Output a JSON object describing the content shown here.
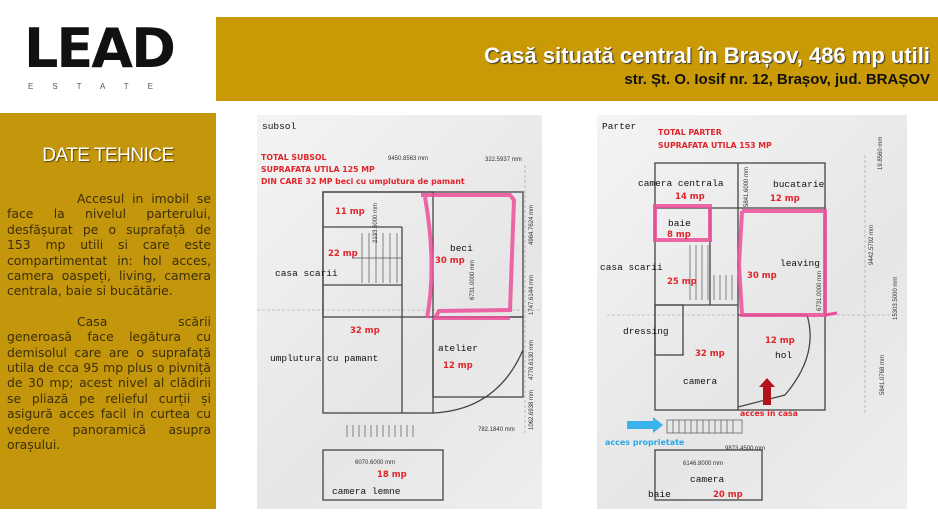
{
  "logo": {
    "word": "LEAD",
    "sub": "ESTATE"
  },
  "header": {
    "title": "Casă situată central în Brașov, 486 mp utili",
    "subtitle": "str. Șt. O. Iosif nr. 12, Brașov, jud. BRAȘOV",
    "color": "#c99a05"
  },
  "panel": {
    "heading": "DATE TEHNICE",
    "paragraph1": "Accesul in imobil se face la nivelul parterului, desfășurat pe o suprafață de 153 mp utili si care este compartimentat in: hol acces, camera oaspeți, living, camera centrala, baie si bucătărie.",
    "paragraph2": "Casa scării generoasă face legătura cu demisolul care are o suprafață utila de cca 95 mp plus o pivniță de 30 mp; acest nivel al clădirii se pliază pe relieful curții și asigură acces facil in curtea cu vedere panoramică asupra orașului."
  },
  "subsol": {
    "level": "subsol",
    "total": [
      "TOTAL SUBSOL",
      "SUPRAFATA UTILA 125 MP",
      "DIN CARE 32 MP beci cu umplutura de pamant"
    ],
    "rooms": {
      "r1_area": "11 mp",
      "stairs_area": "22 mp",
      "stairs": "casa scarii",
      "beci": "beci",
      "beci_area": "30 mp",
      "fill_area": "32 mp",
      "fill": "umplutura cu pamant",
      "atelier": "atelier",
      "atelier_area": "12 mp",
      "wood": "camera lemne",
      "wood_area": "18 mp"
    },
    "dims": [
      "9450.8563 mm",
      "322.5937 mm",
      "782.1840 mm",
      "6070.6000 mm",
      "2133.6000 mm",
      "6731.0000 mm",
      "4964.7624 mm",
      "1747.6144 mm",
      "4778.6130 mm",
      "1062.6938 mm"
    ]
  },
  "parter": {
    "level": "Parter",
    "total": [
      "TOTAL PARTER",
      "SUPRAFATA UTILA 153 MP"
    ],
    "rooms": {
      "centrala": "camera centrala",
      "centrala_area": "14 mp",
      "bucatarie": "bucatarie",
      "bucatarie_area": "12 mp",
      "baie": "baie",
      "baie_area": "8 mp",
      "living": "leaving",
      "living_area": "30 mp",
      "stairs": "casa scarii",
      "stairs_area": "25 mp",
      "dressing": "dressing",
      "camera_area": "32 mp",
      "camera": "camera",
      "hol": "hol",
      "hol_area": "12 mp",
      "annex_camera": "camera",
      "annex_baie": "baie",
      "annex_area": "20 mp"
    },
    "access_house": "acces in casa",
    "access_property": "acces proprietate",
    "dims": [
      "9873.4500 mm",
      "6146.8000 mm",
      "5841.6000 mm",
      "6731.0000 mm",
      "9442.5792 mm",
      "15303.5000 mm",
      "19.8560 mm",
      "5841.0768 mm"
    ]
  }
}
